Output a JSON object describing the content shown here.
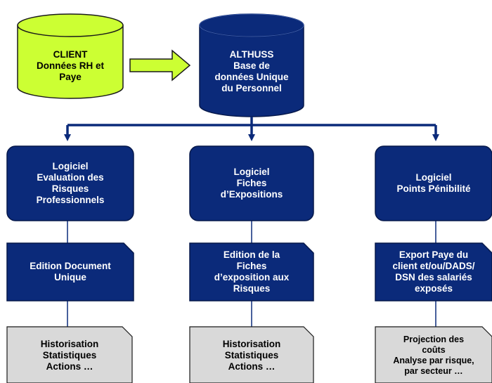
{
  "client_db": {
    "label": "CLIENT\nDonnées RH et\nPaye",
    "fill": "#ccff33"
  },
  "althuss_db": {
    "label": "ALTHUSS\nBase de\ndonnées Unique\ndu Personnel",
    "fill": "#0b2a7a"
  },
  "columns": [
    {
      "software": "Logiciel\nEvaluation des\nRisques\nProfessionnels",
      "output": "Edition Document\nUnique",
      "result": "Historisation\nStatistiques\nActions …"
    },
    {
      "software": "Logiciel\nFiches\nd’Expositions",
      "output": "Edition de la\nFiches\nd’exposition aux\nRisques",
      "result": "Historisation\nStatistiques\nActions …"
    },
    {
      "software": "Logiciel\nPoints Pénibilité",
      "output": "Export Paye du\nclient et/ou/DADS/\nDSN des salariés\nexposés",
      "result": "Projection des\ncoûts\nAnalyse par risque,\npar secteur …"
    }
  ],
  "colors": {
    "navy": "#0b2a7a",
    "navy_border": "#06184a",
    "lime": "#ccff33",
    "grey": "#d9d9d9"
  }
}
